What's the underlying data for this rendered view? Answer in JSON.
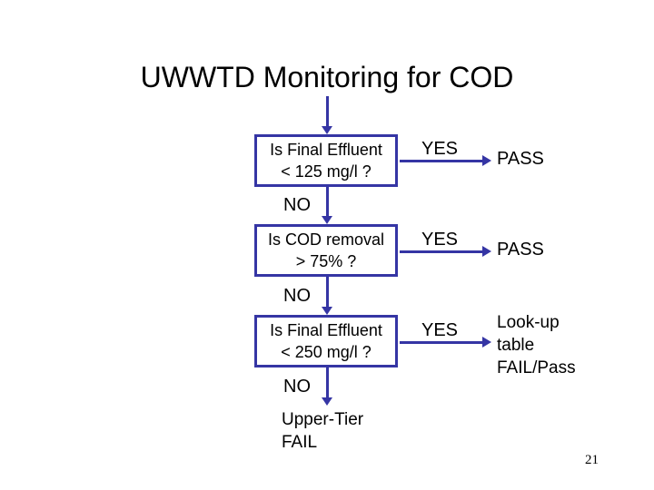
{
  "slide": {
    "title": "UWWTD Monitoring for COD",
    "page_number": "21",
    "colors": {
      "accent_blue": "#3535a4",
      "text_black": "#000000",
      "background": "#ffffff"
    },
    "flowchart": {
      "steps": [
        {
          "question_line1": "Is Final Effluent",
          "question_line2": "< 125 mg/l ?",
          "yes_label": "YES",
          "no_label": "NO",
          "result_line1": "PASS"
        },
        {
          "question_line1": "Is COD removal",
          "question_line2": "> 75% ?",
          "yes_label": "YES",
          "no_label": "NO",
          "result_line1": "PASS"
        },
        {
          "question_line1": "Is Final Effluent",
          "question_line2": "< 250 mg/l ?",
          "yes_label": "YES",
          "no_label": "NO",
          "result_line1": "Look-up",
          "result_line2": "table",
          "result_line3": "FAIL/Pass"
        }
      ],
      "final_line1": "Upper-Tier",
      "final_line2": "FAIL"
    }
  }
}
